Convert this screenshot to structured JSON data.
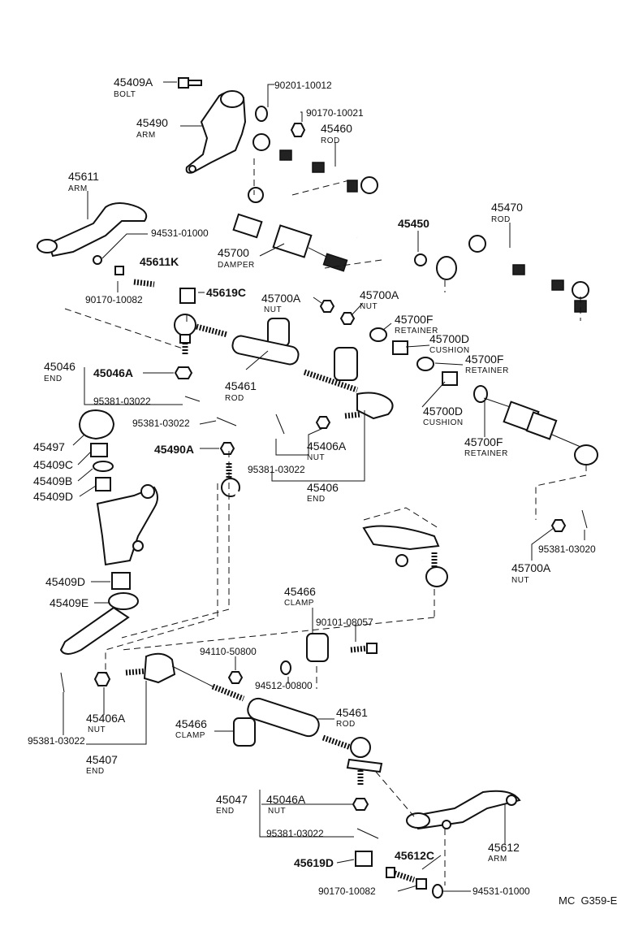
{
  "labels": {
    "p45409a": "45409A",
    "p45409a_n": "BOLT",
    "p90201": "90201-10012",
    "p90170a": "90170-10021",
    "p45460": "45460",
    "p45460_n": "ROD",
    "p45490": "45490",
    "p45490_n": "ARM",
    "p45611": "45611",
    "p45611_n": "ARM",
    "p94531a": "94531-01000",
    "p45611k": "45611K",
    "p90170b": "90170-10082",
    "p45470": "45470",
    "p45470_n": "ROD",
    "p45450": "45450",
    "p45700": "45700",
    "p45700_n": "DAMPER",
    "p45619c": "45619C",
    "p45700a1": "45700A",
    "p45700a1_n": "NUT",
    "p45700a2": "45700A",
    "p45700a2_n": "NUT",
    "p45700f1": "45700F",
    "p45700f1_n": "RETAINER",
    "p45700d1": "45700D",
    "p45700d1_n": "CUSHION",
    "p45700f2": "45700F",
    "p45700f2_n": "RETAINER",
    "p45046": "45046",
    "p45046_n": "END",
    "p45046a1": "45046A",
    "p45461a": "45461",
    "p45461a_n": "ROD",
    "p45700d2": "45700D",
    "p45700d2_n": "CUSHION",
    "p95381a": "95381-03022",
    "p95381b": "95381-03022",
    "p45700f3": "45700F",
    "p45700f3_n": "RETAINER",
    "p45497": "45497",
    "p45490a": "45490A",
    "p45406a1": "45406A",
    "p45406a1_n": "NUT",
    "p45409c": "45409C",
    "p95381c": "95381-03022",
    "p45409b": "45409B",
    "p45406": "45406",
    "p45406_n": "END",
    "p45409d1": "45409D",
    "p45700a3": "45700A",
    "p45700a3_n": "NUT",
    "p95381d": "95381-03020",
    "p45409d2": "45409D",
    "p45409e": "45409E",
    "p45466a": "45466",
    "p45466a_n": "CLAMP",
    "p90101": "90101-08057",
    "p94110": "94110-50800",
    "p94512": "94512-00800",
    "p45406a2": "45406A",
    "p45406a2_n": "NUT",
    "p45461b": "45461",
    "p45461b_n": "ROD",
    "p45466b": "45466",
    "p45466b_n": "CLAMP",
    "p95381e": "95381-03022",
    "p45407": "45407",
    "p45407_n": "END",
    "p45047": "45047",
    "p45047_n": "END",
    "p45046a2": "45046A",
    "p45046a2_n": "NUT",
    "p95381f": "95381-03022",
    "p45612": "45612",
    "p45612_n": "ARM",
    "p45619d": "45619D",
    "p45612c": "45612C",
    "p90170c": "90170-10082",
    "p94531b": "94531-01000",
    "footer": "MC  G359-E"
  }
}
